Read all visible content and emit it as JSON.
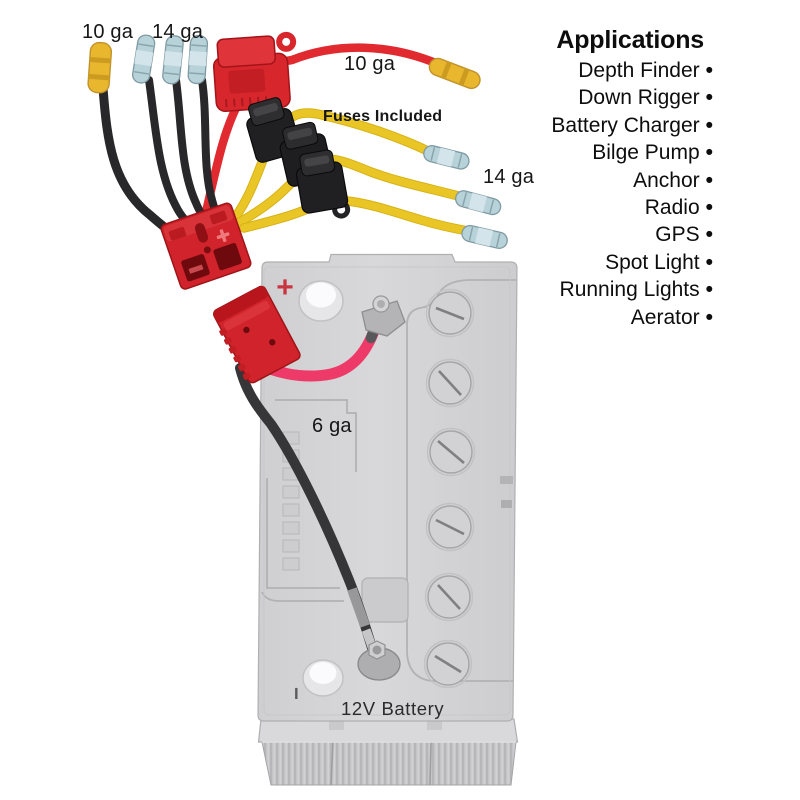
{
  "labels": {
    "wire_10ga_black": "10 ga",
    "wire_14ga_black": "14 ga",
    "wire_10ga_red": "10 ga",
    "fuses_included": "Fuses Included",
    "wire_14ga_yellow": "14 ga",
    "wire_6ga": "6 ga"
  },
  "battery": {
    "label": "12V Battery",
    "positive_symbol": "+",
    "negative_symbol": "−"
  },
  "applications": {
    "title": "Applications",
    "bullet": "•",
    "items": [
      "Depth Finder",
      "Down Rigger",
      "Battery Charger",
      "Bilge Pump",
      "Anchor",
      "Radio",
      "GPS",
      "Spot Light",
      "Running Lights",
      "Aerator"
    ]
  },
  "colors": {
    "harness_red": "#d0232b",
    "wire_red": "#e02a30",
    "wire_yellow": "#e9c626",
    "wire_black": "#28282a",
    "cable_pink": "#ee3a68",
    "cable_black": "#363638",
    "butt_connector_blue": "#b8d2da",
    "butt_connector_yellow": "#e9b72e",
    "battery_gray": "#d4d4d6",
    "text_black": "#161616"
  }
}
